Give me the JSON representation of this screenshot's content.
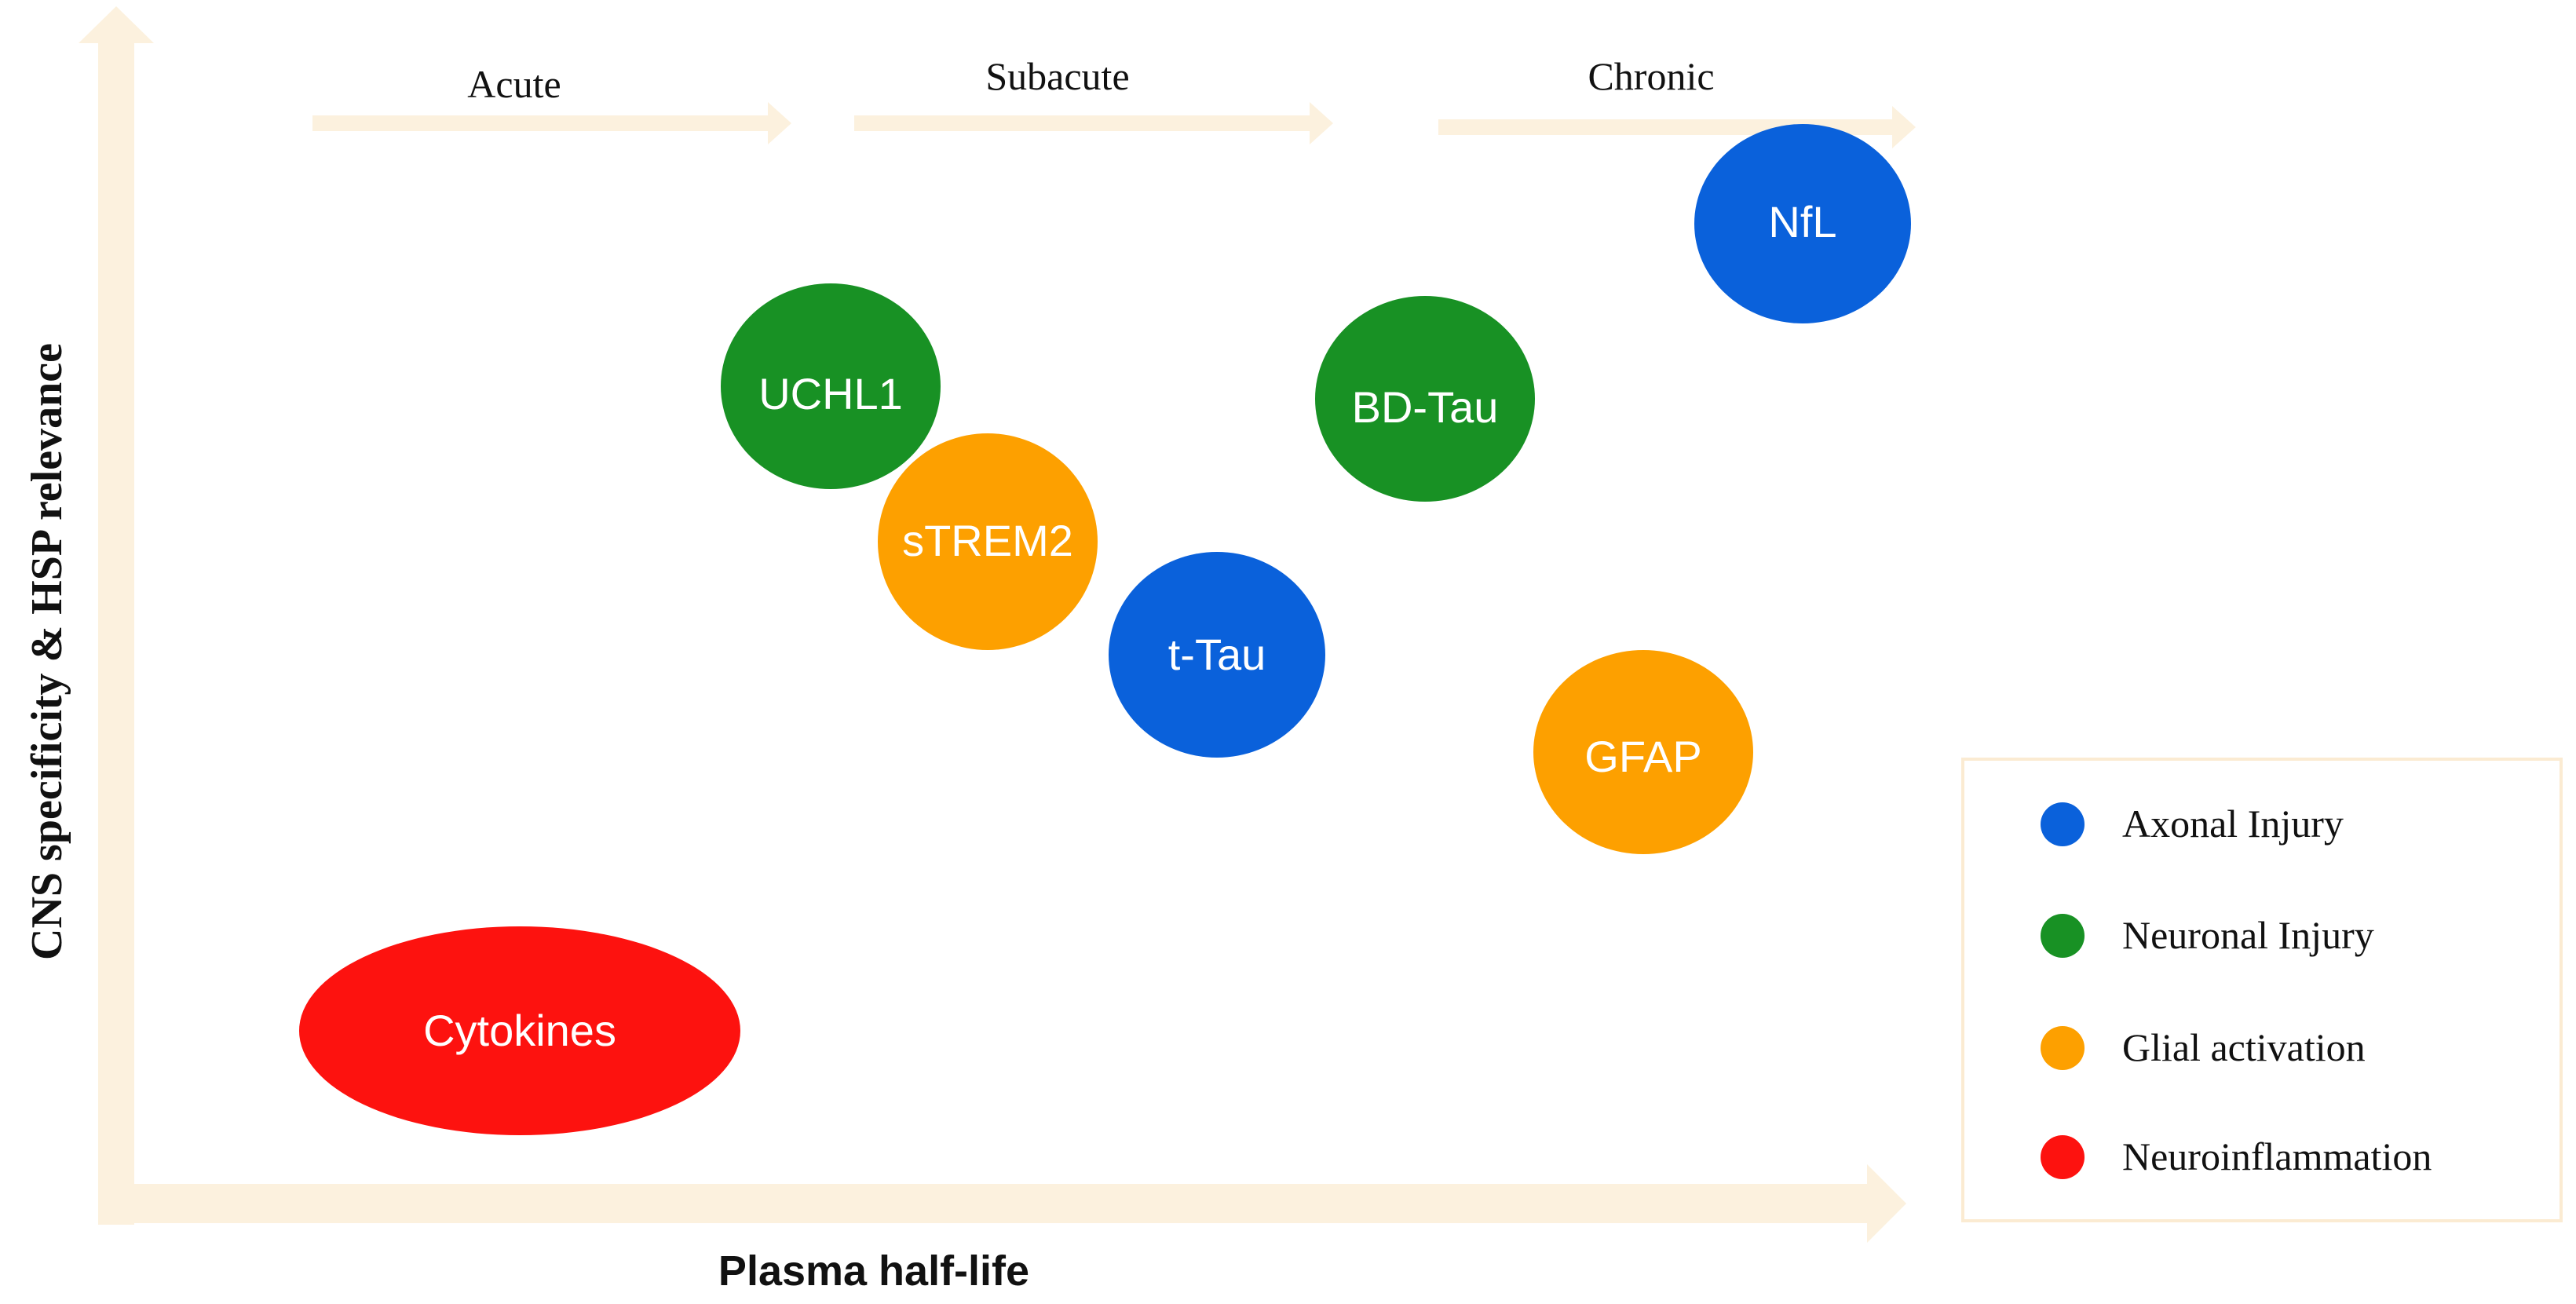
{
  "axes": {
    "x_label": "Plasma half-life",
    "y_label": "CNS specificity & HSP relevance"
  },
  "phases": [
    "Acute",
    "Subacute",
    "Chronic"
  ],
  "colors": {
    "arrow": "#FCF1DE",
    "legend_border": "#FBEBD2",
    "axonal": "#0A61DB",
    "neuronal": "#189124",
    "glial": "#FDA000",
    "inflammation": "#FD120F",
    "bubble_text": "#ffffff"
  },
  "biomarkers": [
    {
      "label": "NfL",
      "category": "axonal"
    },
    {
      "label": "UCHL1",
      "category": "neuronal"
    },
    {
      "label": "BD-Tau",
      "category": "neuronal"
    },
    {
      "label": "sTREM2",
      "category": "glial"
    },
    {
      "label": "t-Tau",
      "category": "axonal"
    },
    {
      "label": "GFAP",
      "category": "glial"
    },
    {
      "label": "Cytokines",
      "category": "inflammation"
    }
  ],
  "legend": [
    {
      "label": "Axonal Injury",
      "category": "axonal"
    },
    {
      "label": "Neuronal Injury",
      "category": "neuronal"
    },
    {
      "label": "Glial activation",
      "category": "glial"
    },
    {
      "label": "Neuroinflammation",
      "category": "inflammation"
    }
  ]
}
